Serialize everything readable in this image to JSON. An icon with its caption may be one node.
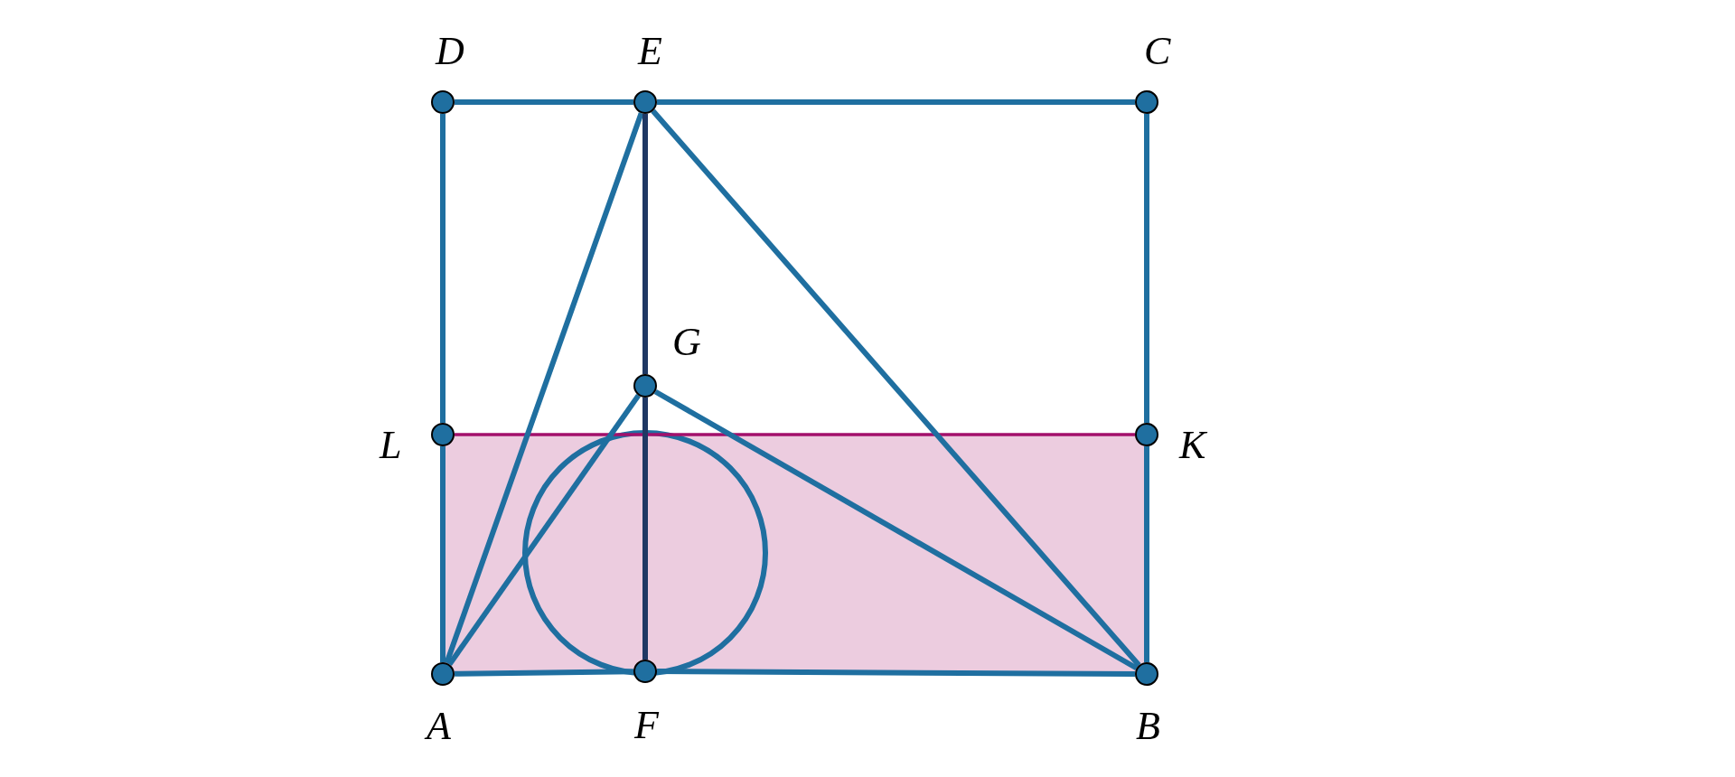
{
  "diagram": {
    "nodes": [
      {
        "text": [
          "D"
        ]
      },
      {
        "text": [
          "E"
        ]
      },
      {
        "text": [
          "C"
        ]
      },
      {
        "text": [
          "G"
        ]
      },
      {
        "text": [
          "L"
        ]
      },
      {
        "text": [
          "K"
        ]
      },
      {
        "text": [
          "A"
        ]
      },
      {
        "text": [
          "F"
        ]
      },
      {
        "text": [
          "B"
        ]
      }
    ],
    "edges": [
      {
        "from": 0,
        "to": 1,
        "arrow": "none"
      },
      {
        "from": 1,
        "to": 2,
        "arrow": "none"
      },
      {
        "from": 0,
        "to": 4,
        "arrow": "none"
      },
      {
        "from": 4,
        "to": 6,
        "arrow": "none"
      },
      {
        "from": 2,
        "to": 5,
        "arrow": "none"
      },
      {
        "from": 5,
        "to": 8,
        "arrow": "none"
      },
      {
        "from": 6,
        "to": 7,
        "arrow": "none"
      },
      {
        "from": 7,
        "to": 8,
        "arrow": "none"
      },
      {
        "from": 4,
        "to": 5,
        "arrow": "none",
        "color": "#a3106b"
      },
      {
        "from": 1,
        "to": 6,
        "arrow": "none"
      },
      {
        "from": 1,
        "to": 8,
        "arrow": "none"
      },
      {
        "from": 1,
        "to": 3,
        "arrow": "none",
        "color": "#1f3864"
      },
      {
        "from": 3,
        "to": 7,
        "arrow": "none",
        "color": "#1f3864"
      },
      {
        "from": 3,
        "to": 6,
        "arrow": "none"
      },
      {
        "from": 3,
        "to": 8,
        "arrow": "none"
      }
    ]
  }
}
